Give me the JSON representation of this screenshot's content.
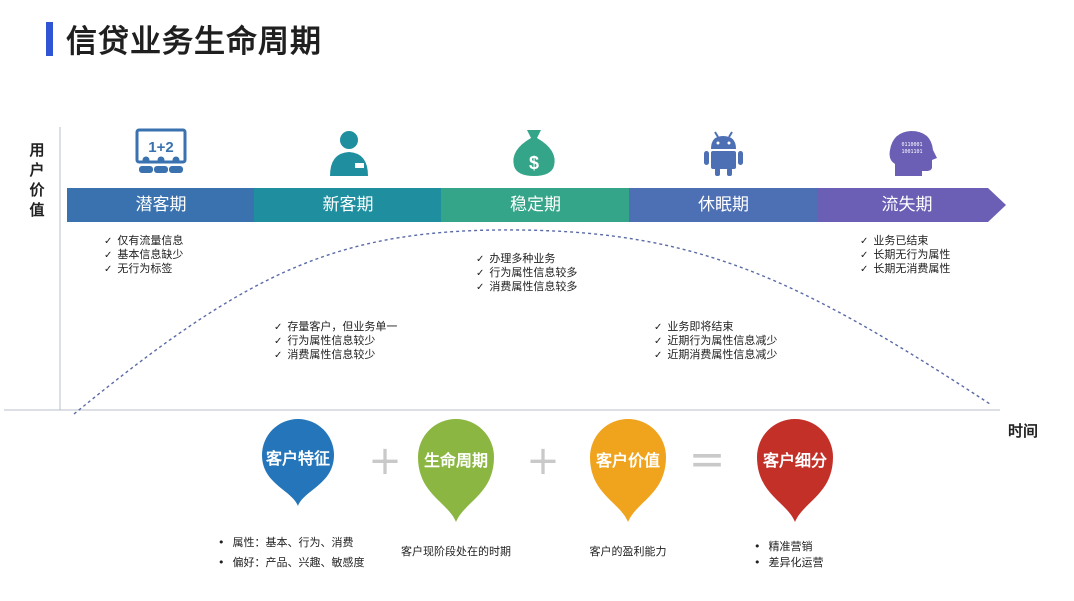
{
  "title": "信贷业务生命周期",
  "axis": {
    "y_label": "用户价值",
    "x_label": "时间"
  },
  "colors": {
    "accent": "#2f55d4",
    "phase_1": "#3a72b0",
    "phase_2": "#1f8fa0",
    "phase_3": "#35a58a",
    "phase_4": "#4d6fb4",
    "phase_5": "#6a5fb4",
    "pin_feature": "#2475b9",
    "pin_lifecycle": "#8ab641",
    "pin_value": "#f0a31c",
    "pin_segment": "#c23028"
  },
  "phases": [
    {
      "label": "潜客期",
      "icon": "classroom-icon"
    },
    {
      "label": "新客期",
      "icon": "user-icon"
    },
    {
      "label": "稳定期",
      "icon": "money-bag-icon"
    },
    {
      "label": "休眠期",
      "icon": "android-icon"
    },
    {
      "label": "流失期",
      "icon": "brain-icon"
    }
  ],
  "notes": {
    "potential": [
      "仅有流量信息",
      "基本信息缺少",
      "无行为标签"
    ],
    "new": [
      "存量客户，但业务单一",
      "行为属性信息较少",
      "消费属性信息较少"
    ],
    "stable": [
      "办理多种业务",
      "行为属性信息较多",
      "消费属性信息较多"
    ],
    "dormant": [
      "业务即将结束",
      "近期行为属性信息减少",
      "近期消费属性信息减少"
    ],
    "churn": [
      "业务已结束",
      "长期无行为属性",
      "长期无消费属性"
    ]
  },
  "formula": {
    "pins": [
      {
        "label": "客户特征"
      },
      {
        "label": "生命周期"
      },
      {
        "label": "客户价值"
      },
      {
        "label": "客户细分"
      }
    ],
    "operators": [
      "+",
      "+",
      "="
    ]
  },
  "descriptions": {
    "feature": [
      "属性：基本、行为、消费",
      "偏好：产品、兴趣、敏感度"
    ],
    "lifecycle": "客户现阶段处在的时期",
    "value": "客户的盈利能力",
    "segment": [
      "精准营销",
      "差异化运营"
    ]
  }
}
